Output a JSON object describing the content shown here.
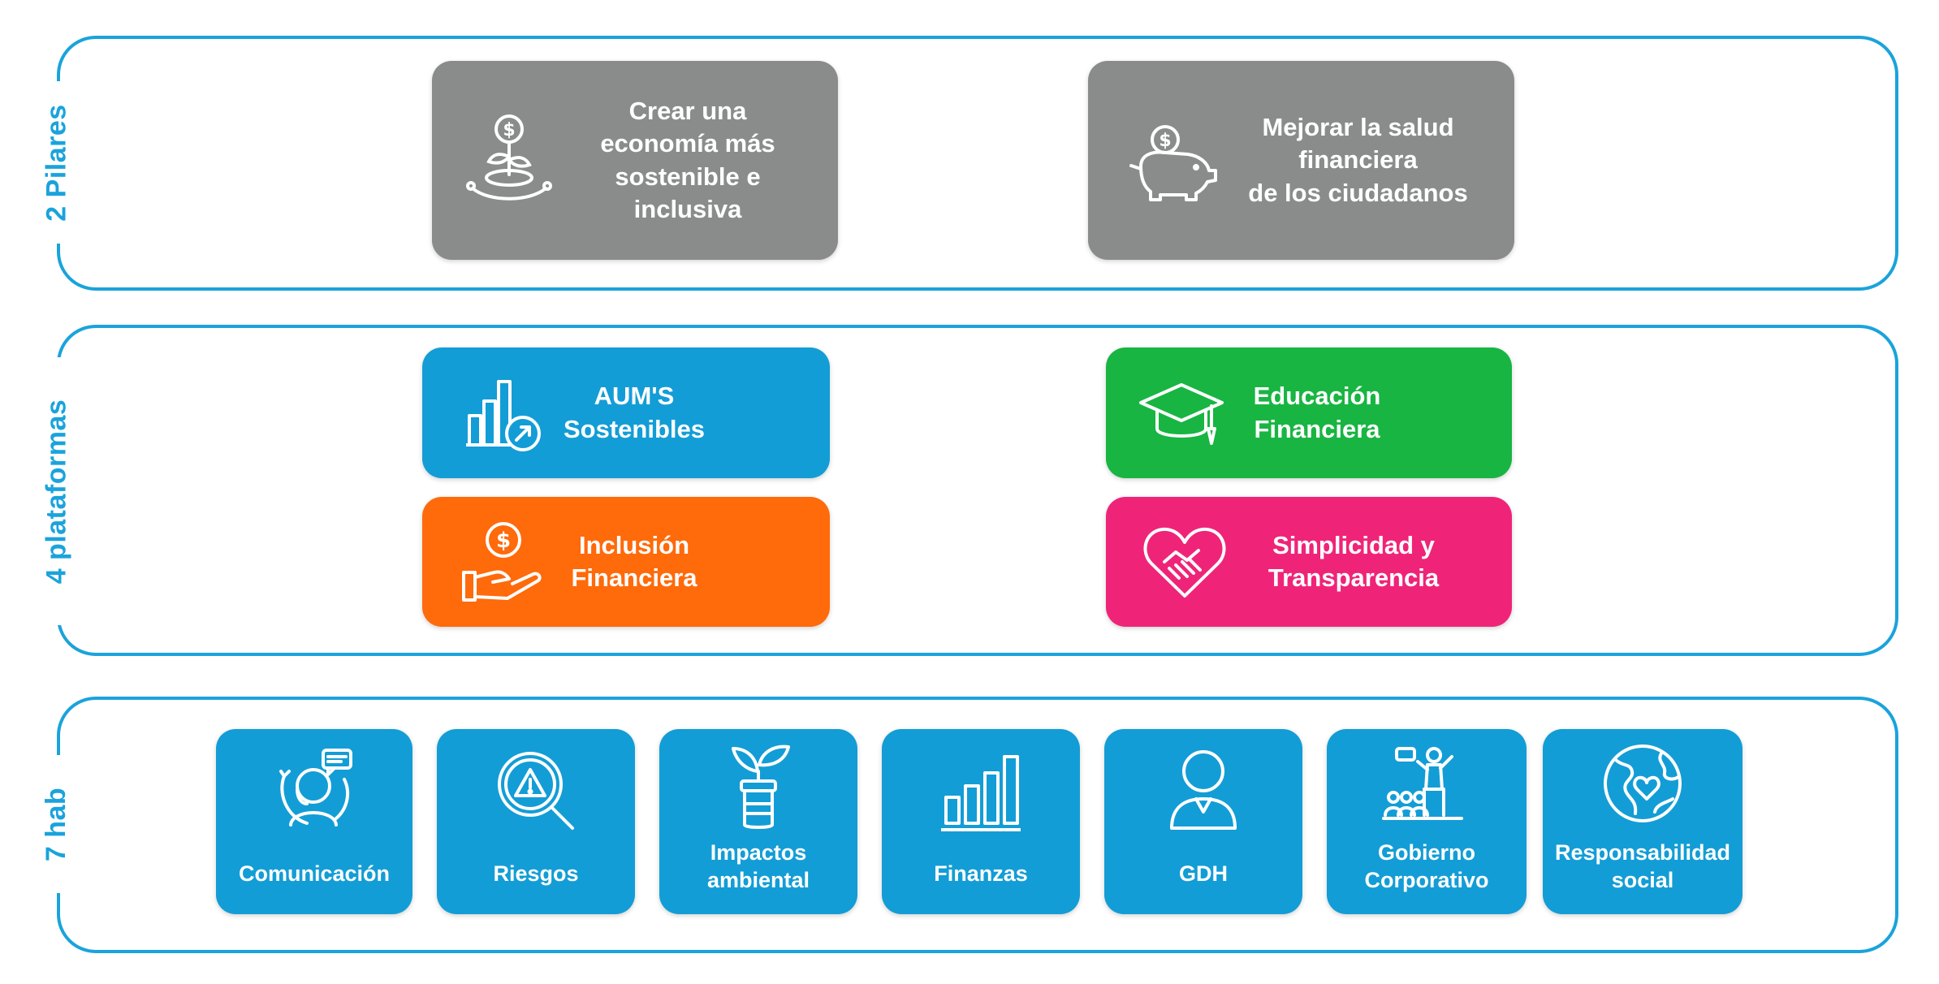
{
  "sections": {
    "pilares": {
      "label": "2 Pilares"
    },
    "plataformas": {
      "label": "4 plataformas"
    },
    "hab": {
      "label": "7 hab"
    }
  },
  "pilares": [
    {
      "lines": [
        "Crear una",
        "economía más",
        "sostenible e",
        "inclusiva"
      ],
      "icon": "plant-money-icon"
    },
    {
      "lines": [
        "Mejorar la salud",
        "financiera",
        "de los ciudadanos"
      ],
      "icon": "piggy-bank-icon"
    }
  ],
  "plataformas": [
    {
      "lines": [
        "AUM'S",
        "Sostenibles"
      ],
      "icon": "growth-chart-icon",
      "color": "#139dd6"
    },
    {
      "lines": [
        "Educación",
        "Financiera"
      ],
      "icon": "graduation-cap-icon",
      "color": "#18b542"
    },
    {
      "lines": [
        "Inclusión",
        "Financiera"
      ],
      "icon": "hand-coin-icon",
      "color": "#ff6a0a"
    },
    {
      "lines": [
        "Simplicidad y",
        "Transparencia"
      ],
      "icon": "heart-handshake-icon",
      "color": "#ef2478"
    }
  ],
  "habilitadores": [
    {
      "lines": [
        "Comunicación"
      ],
      "icon": "person-chat-icon"
    },
    {
      "lines": [
        "Riesgos"
      ],
      "icon": "magnifier-warning-icon"
    },
    {
      "lines": [
        "Impactos",
        "ambiental"
      ],
      "icon": "sprout-jar-icon"
    },
    {
      "lines": [
        "Finanzas"
      ],
      "icon": "bar-chart-icon"
    },
    {
      "lines": [
        "GDH"
      ],
      "icon": "person-icon"
    },
    {
      "lines": [
        "Gobierno",
        "Corporativo"
      ],
      "icon": "presenter-audience-icon"
    },
    {
      "lines": [
        "Responsabilidad",
        "social"
      ],
      "icon": "globe-heart-icon"
    }
  ],
  "colors": {
    "accent": "#1aa3dc",
    "pilar_gray": "#8a8c8c",
    "hab_blue": "#139dd6"
  }
}
